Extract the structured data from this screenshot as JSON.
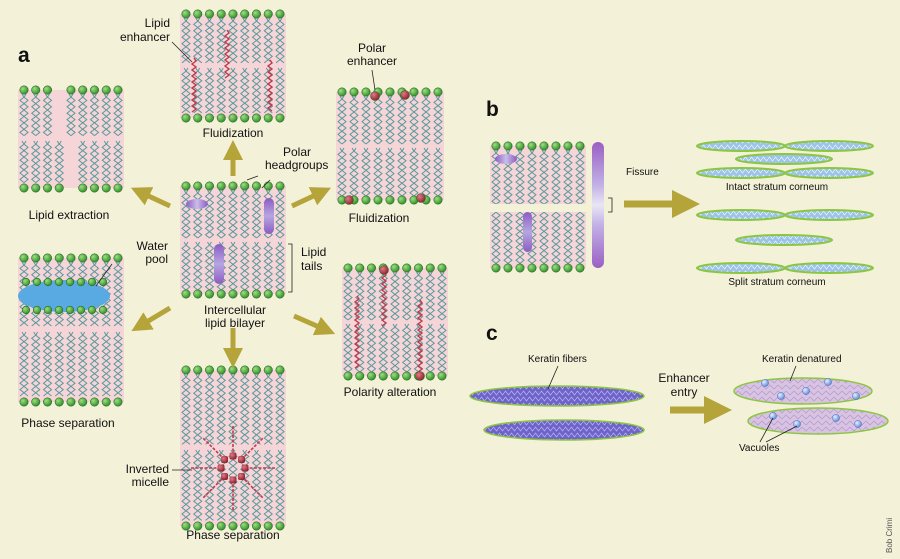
{
  "panels": {
    "a": "a",
    "b": "b",
    "c": "c"
  },
  "panel_a": {
    "top_label": "Fluidization",
    "top_callout": "Lipid enhancer",
    "center_label_line1": "Intercellular",
    "center_label_line2": "lipid bilayer",
    "polar_headgroups_line1": "Polar",
    "polar_headgroups_line2": "headgroups",
    "lipid_tails_line1": "Lipid",
    "lipid_tails_line2": "tails",
    "left_top_label": "Lipid extraction",
    "right_top_label": "Fluidization",
    "right_top_callout_line1": "Polar",
    "right_top_callout_line2": "enhancer",
    "left_bottom_label": "Phase separation",
    "water_pool_line1": "Water",
    "water_pool_line2": "pool",
    "right_bottom_label": "Polarity alteration",
    "bottom_label": "Phase separation",
    "bottom_callout_line1": "Inverted",
    "bottom_callout_line2": "micelle"
  },
  "panel_b": {
    "fissure_label": "Fissure",
    "intact_label": "Intact stratum corneum",
    "split_label": "Split stratum corneum"
  },
  "panel_c": {
    "keratin_fibers_label": "Keratin fibers",
    "enhancer_entry_line1": "Enhancer",
    "enhancer_entry_line2": "entry",
    "keratin_denatured_label": "Keratin denatured",
    "vacuoles_label": "Vacuoles"
  },
  "credit": "Bob Crimi",
  "colors": {
    "background": "#f3f1d8",
    "membrane_fill": "#f6d5d9",
    "headgroup_green": "#4cae3f",
    "polar_enhancer_red": "#b8323e",
    "lipid_enhancer_red": "#c0394c",
    "tail_stroke": "#5a9a9a",
    "arrow_olive": "#b5a43a",
    "water_blue": "#59a9e2",
    "purple_molecule": "#9a6fc4",
    "keratin_purple": "#6b5fc7",
    "cell_green_outline": "#8cc63f"
  }
}
